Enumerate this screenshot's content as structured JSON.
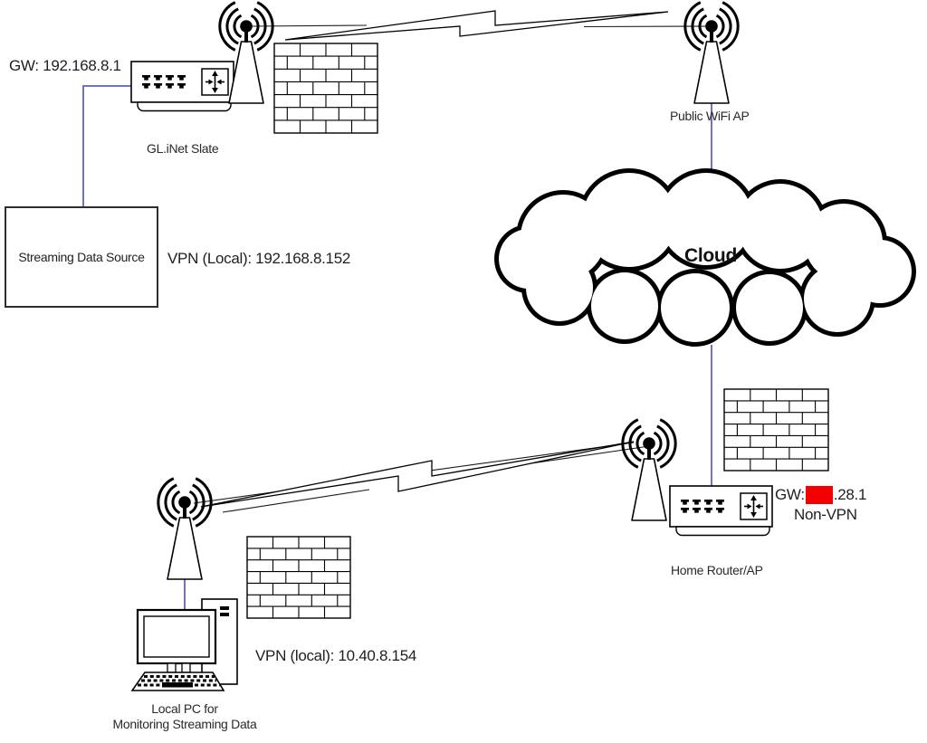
{
  "labels": {
    "gw_glinet": "GW: 192.168.8.1",
    "glinet": "GL.iNet Slate",
    "streaming_source": "Streaming Data Source",
    "vpn_streaming": "VPN (Local): 192.168.8.152",
    "public_ap": "Public WiFi AP",
    "cloud": "Cloud",
    "home_gw_prefix": "GW:",
    "home_gw_suffix": ".28.1",
    "non_vpn": "Non-VPN",
    "home_router": "Home Router/AP",
    "vpn_pc": "VPN (local): 10.40.8.154",
    "pc_line1": "Local PC for",
    "pc_line2": "Monitoring Streaming Data"
  },
  "colors": {
    "connector_blue": "#7470C8",
    "redaction_red": "#F40000",
    "line_black": "#000000"
  }
}
